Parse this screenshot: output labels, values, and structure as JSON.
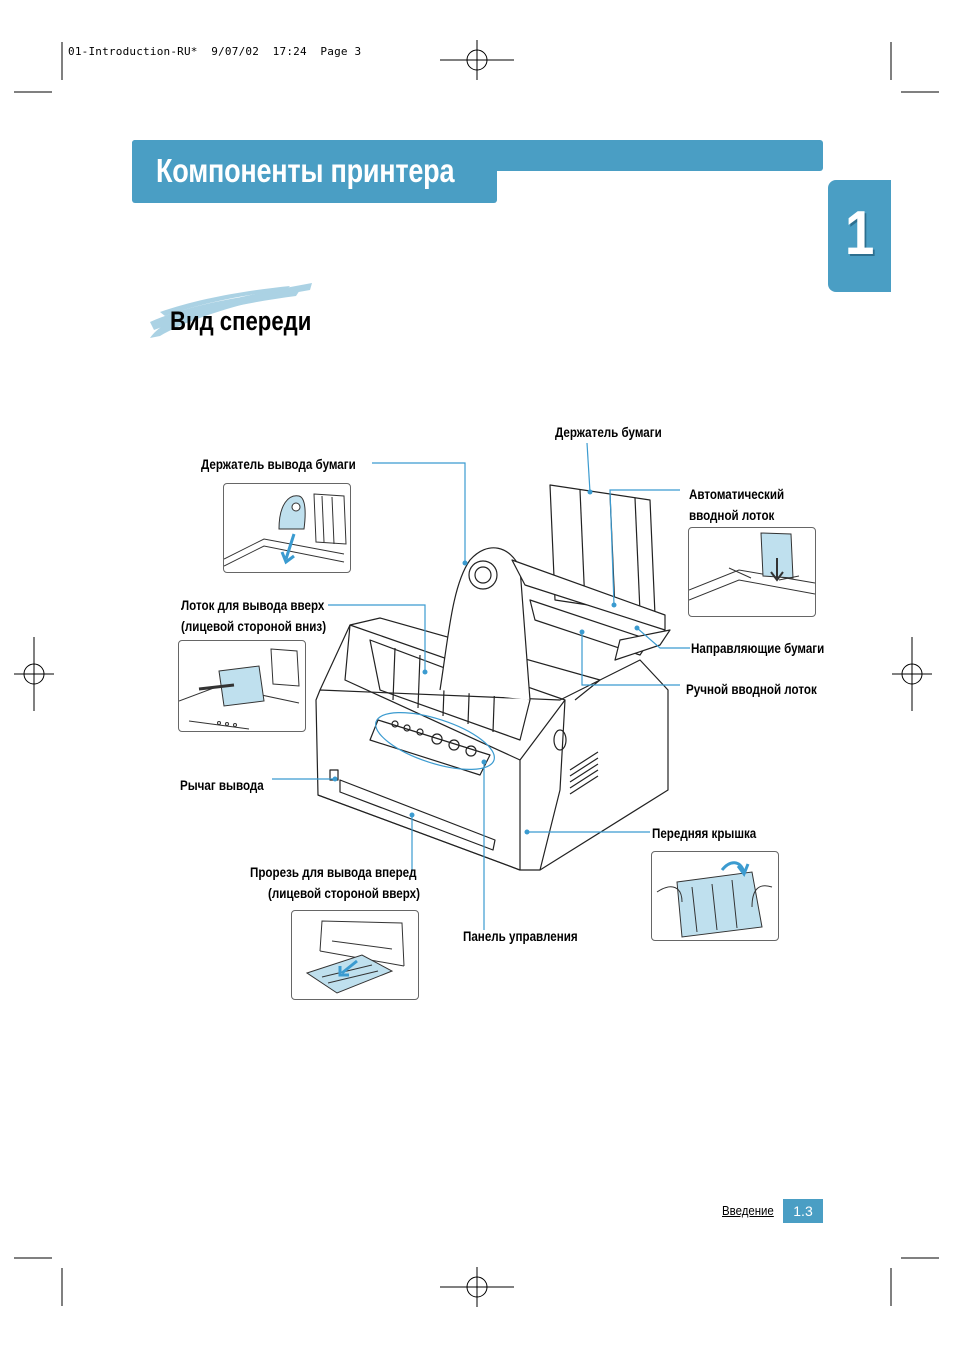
{
  "header": {
    "slug": "01-Introduction-RU*  9/07/02  17:24  Page 3"
  },
  "title": "Компоненты принтера",
  "chapter_number": "1",
  "section": {
    "subtitle": "Вид спереди"
  },
  "labels": {
    "paper_holder": "Держатель бумаги",
    "output_holder": "Держатель вывода бумаги",
    "auto_tray_1": "Автоматический",
    "auto_tray_2": "вводной лоток",
    "top_output_1": "Лоток для вывода вверх",
    "top_output_2": "(лицевой стороной вниз)",
    "paper_guides": "Направляющие бумаги",
    "manual_tray": "Ручной вводной лоток",
    "exit_lever": "Рычаг вывода",
    "front_cover": "Передняя крышка",
    "front_slot_1": "Прорезь для вывода вперед",
    "front_slot_2": "(лицевой стороной вверх)",
    "control_panel": "Панель управления"
  },
  "footer": {
    "section_name": "Введение",
    "page_number": "1.3"
  },
  "colors": {
    "accent": "#4a9ec4",
    "leader": "#3b9bd0"
  }
}
